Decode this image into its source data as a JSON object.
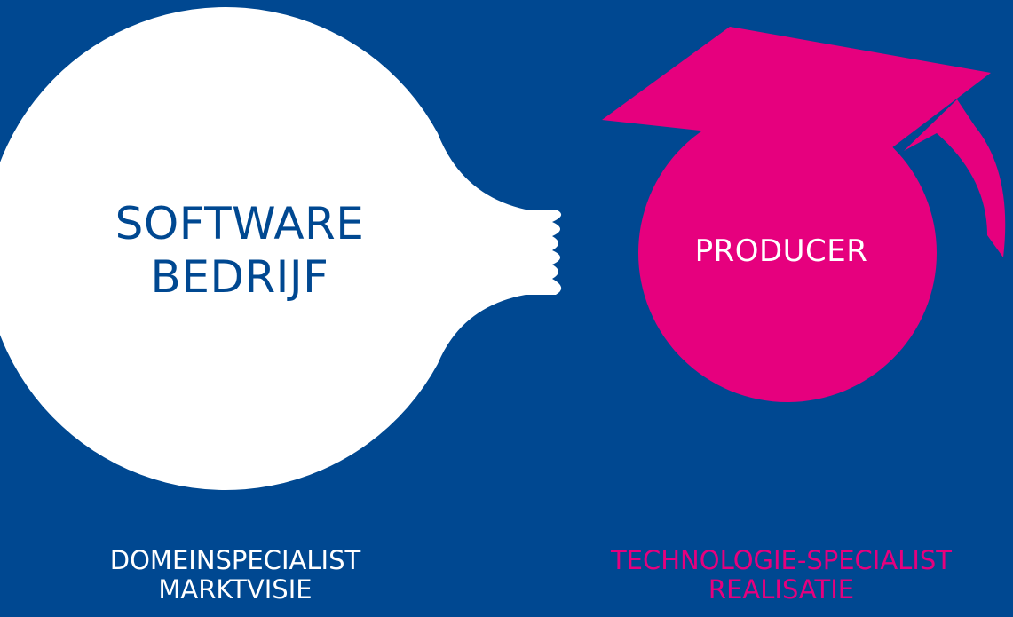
{
  "colors": {
    "background": "#004891",
    "software_bubble": "#ffffff",
    "producer_bubble": "#e6007e",
    "software_text": "#004891",
    "producer_text": "#ffffff",
    "left_caption": "#ffffff",
    "right_caption": "#e6007e"
  },
  "software": {
    "line1": "SOFTWARE",
    "line2": "BEDRIJF"
  },
  "producer": {
    "label": "PRODUCER",
    "icon": "graduation-cap-icon"
  },
  "captions": {
    "left": {
      "line1": "DOMEINSPECIALIST",
      "line2": "MARKTVISIE"
    },
    "right": {
      "line1": "TECHNOLOGIE-SPECIALIST",
      "line2": "REALISATIE"
    }
  }
}
